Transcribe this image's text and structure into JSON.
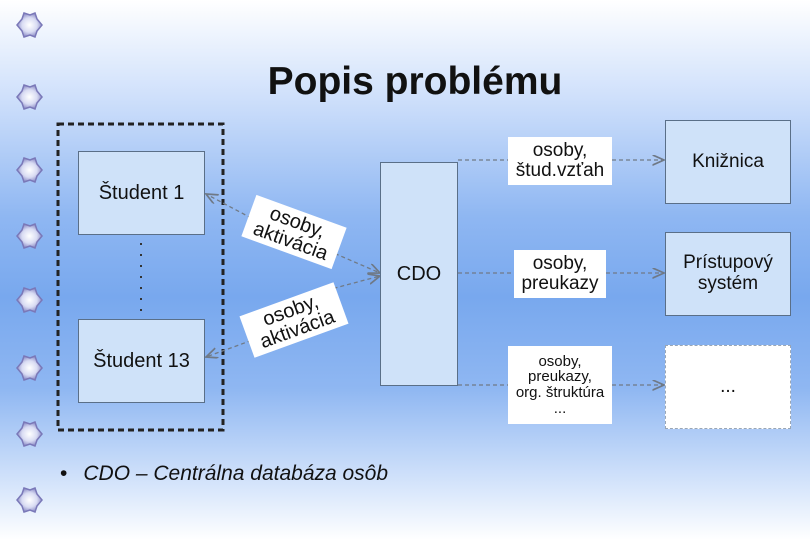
{
  "slide": {
    "title": "Popis problému",
    "bullet_text": "CDO – Centrálna databáza osôb",
    "bullet_char": "•"
  },
  "nodes": {
    "student1": "Študent 1",
    "student13": "Študent 13",
    "cdo": "CDO",
    "kniznica": "Knižnica",
    "pristupovy_line1": "Prístupový",
    "pristupovy_line2": "systém",
    "other": "..."
  },
  "edge_labels": {
    "s1_line1": "osoby,",
    "s1_line2": "aktivácia",
    "s13_line1": "osoby,",
    "s13_line2": "aktivácia",
    "kniz_line1": "osoby,",
    "kniz_line2": "štud.vzťah",
    "prist_line1": "osoby,",
    "prist_line2": "preukazy",
    "other_line1": "osoby,",
    "other_line2": "preukazy,",
    "other_line3": "org. štruktúra",
    "other_line4": "..."
  },
  "colors": {
    "box_fill": "#cfe2f9",
    "box_border": "#5a6f88",
    "arrow": "#707a86"
  }
}
